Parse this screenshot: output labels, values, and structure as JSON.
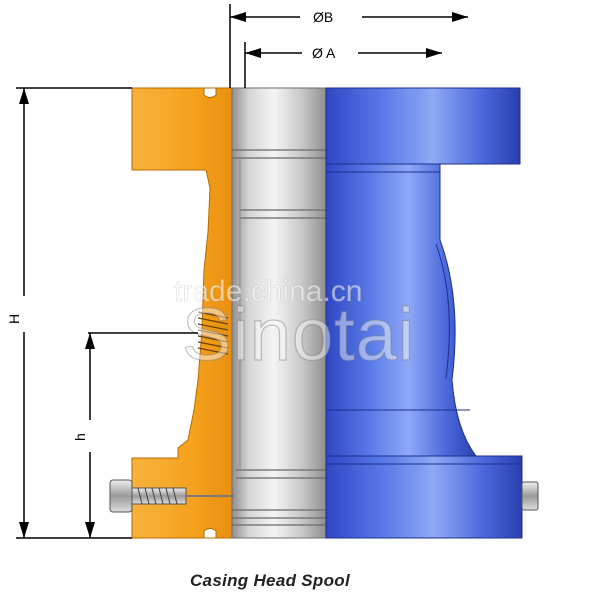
{
  "dimensions": {
    "outer_bore": "ØB",
    "inner_bore": "Ø A",
    "overall_height": "H",
    "lower_height": "h"
  },
  "watermark": {
    "site": "trade.china.cn",
    "brand": "Sinotai"
  },
  "caption": "Casing Head Spool",
  "colors": {
    "section_orange": "#f5a623",
    "body_blue": "#3f5fd8",
    "bore_silver": "#c9c9c9"
  }
}
